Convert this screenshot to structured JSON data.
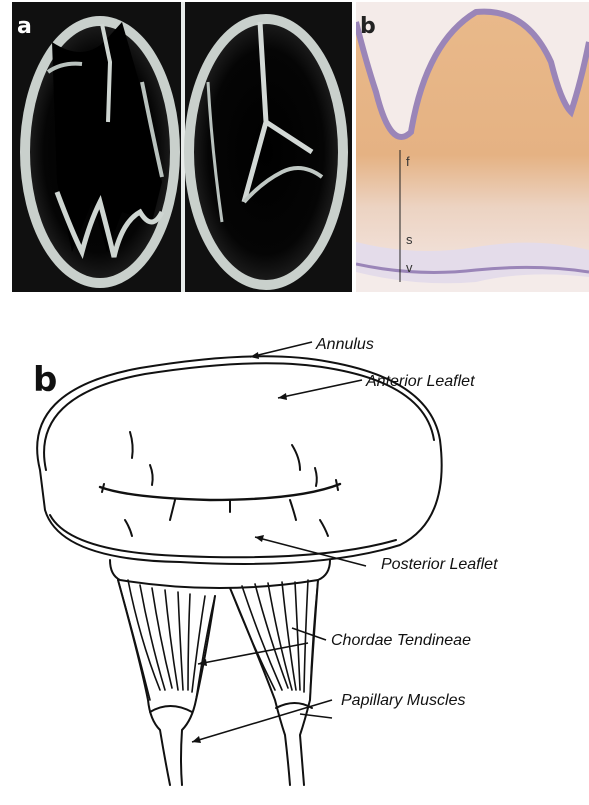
{
  "panels": {
    "photo_a_letter": "a",
    "histology_b_letter": "b",
    "histology_layers": [
      "f",
      "s",
      "v"
    ],
    "diagram_letter": "b"
  },
  "labels": {
    "annulus": "Annulus",
    "anterior_leaflet": "Anterior Leaflet",
    "posterior_leaflet": "Posterior Leaflet",
    "chordae_tendineae": "Chordae Tendineae",
    "papillary_muscles": "Papillary Muscles"
  }
}
